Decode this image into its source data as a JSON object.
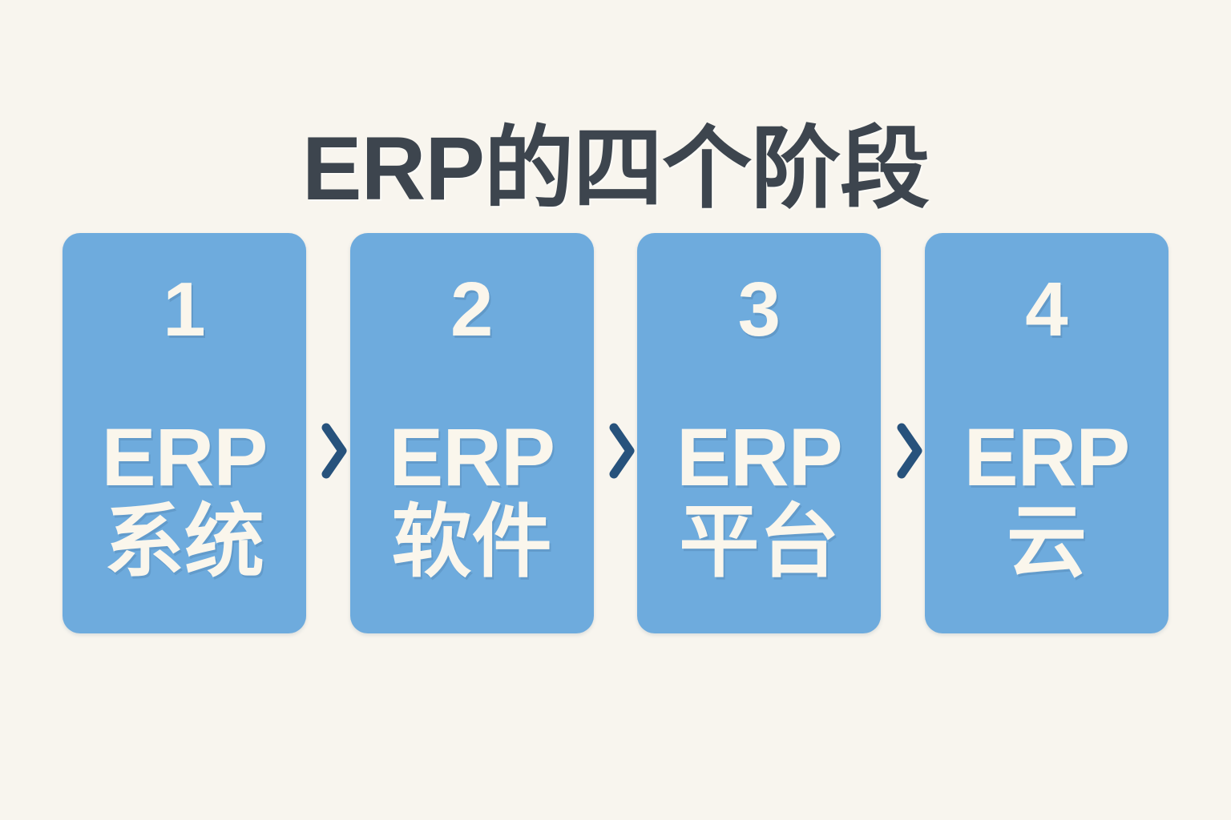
{
  "page": {
    "title": "ERP的四个阶段",
    "background_color": "#F8F5EE",
    "title_color": "#3D454E",
    "card_color": "#6EABDD",
    "card_text_color": "#FAF6EC",
    "arrow_color": "#27527C"
  },
  "diagram": {
    "type": "flow",
    "orientation": "horizontal",
    "stage_count": 4,
    "stages": [
      {
        "number": "1",
        "acronym": "ERP",
        "term": "系统"
      },
      {
        "number": "2",
        "acronym": "ERP",
        "term": "软件"
      },
      {
        "number": "3",
        "acronym": "ERP",
        "term": "平台"
      },
      {
        "number": "4",
        "acronym": "ERP",
        "term": "云"
      }
    ],
    "connectors": [
      {
        "icon": "chevron-right-icon"
      },
      {
        "icon": "chevron-right-icon"
      },
      {
        "icon": "chevron-right-icon"
      }
    ]
  }
}
